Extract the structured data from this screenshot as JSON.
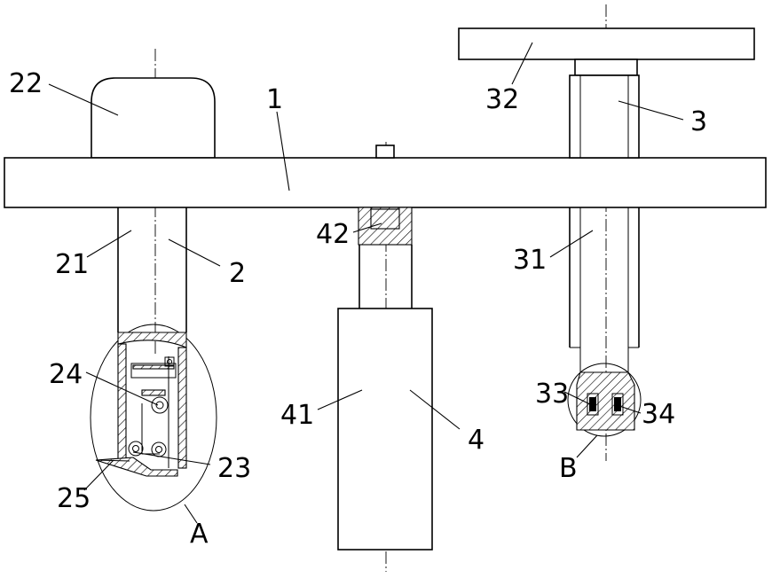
{
  "labels": {
    "n1": "1",
    "n2": "2",
    "n21": "21",
    "n22": "22",
    "n23": "23",
    "n24": "24",
    "n25": "25",
    "n3": "3",
    "n31": "31",
    "n32": "32",
    "n33": "33",
    "n34": "34",
    "n4": "4",
    "n41": "41",
    "n42": "42",
    "detailA": "A",
    "detailB": "B"
  }
}
